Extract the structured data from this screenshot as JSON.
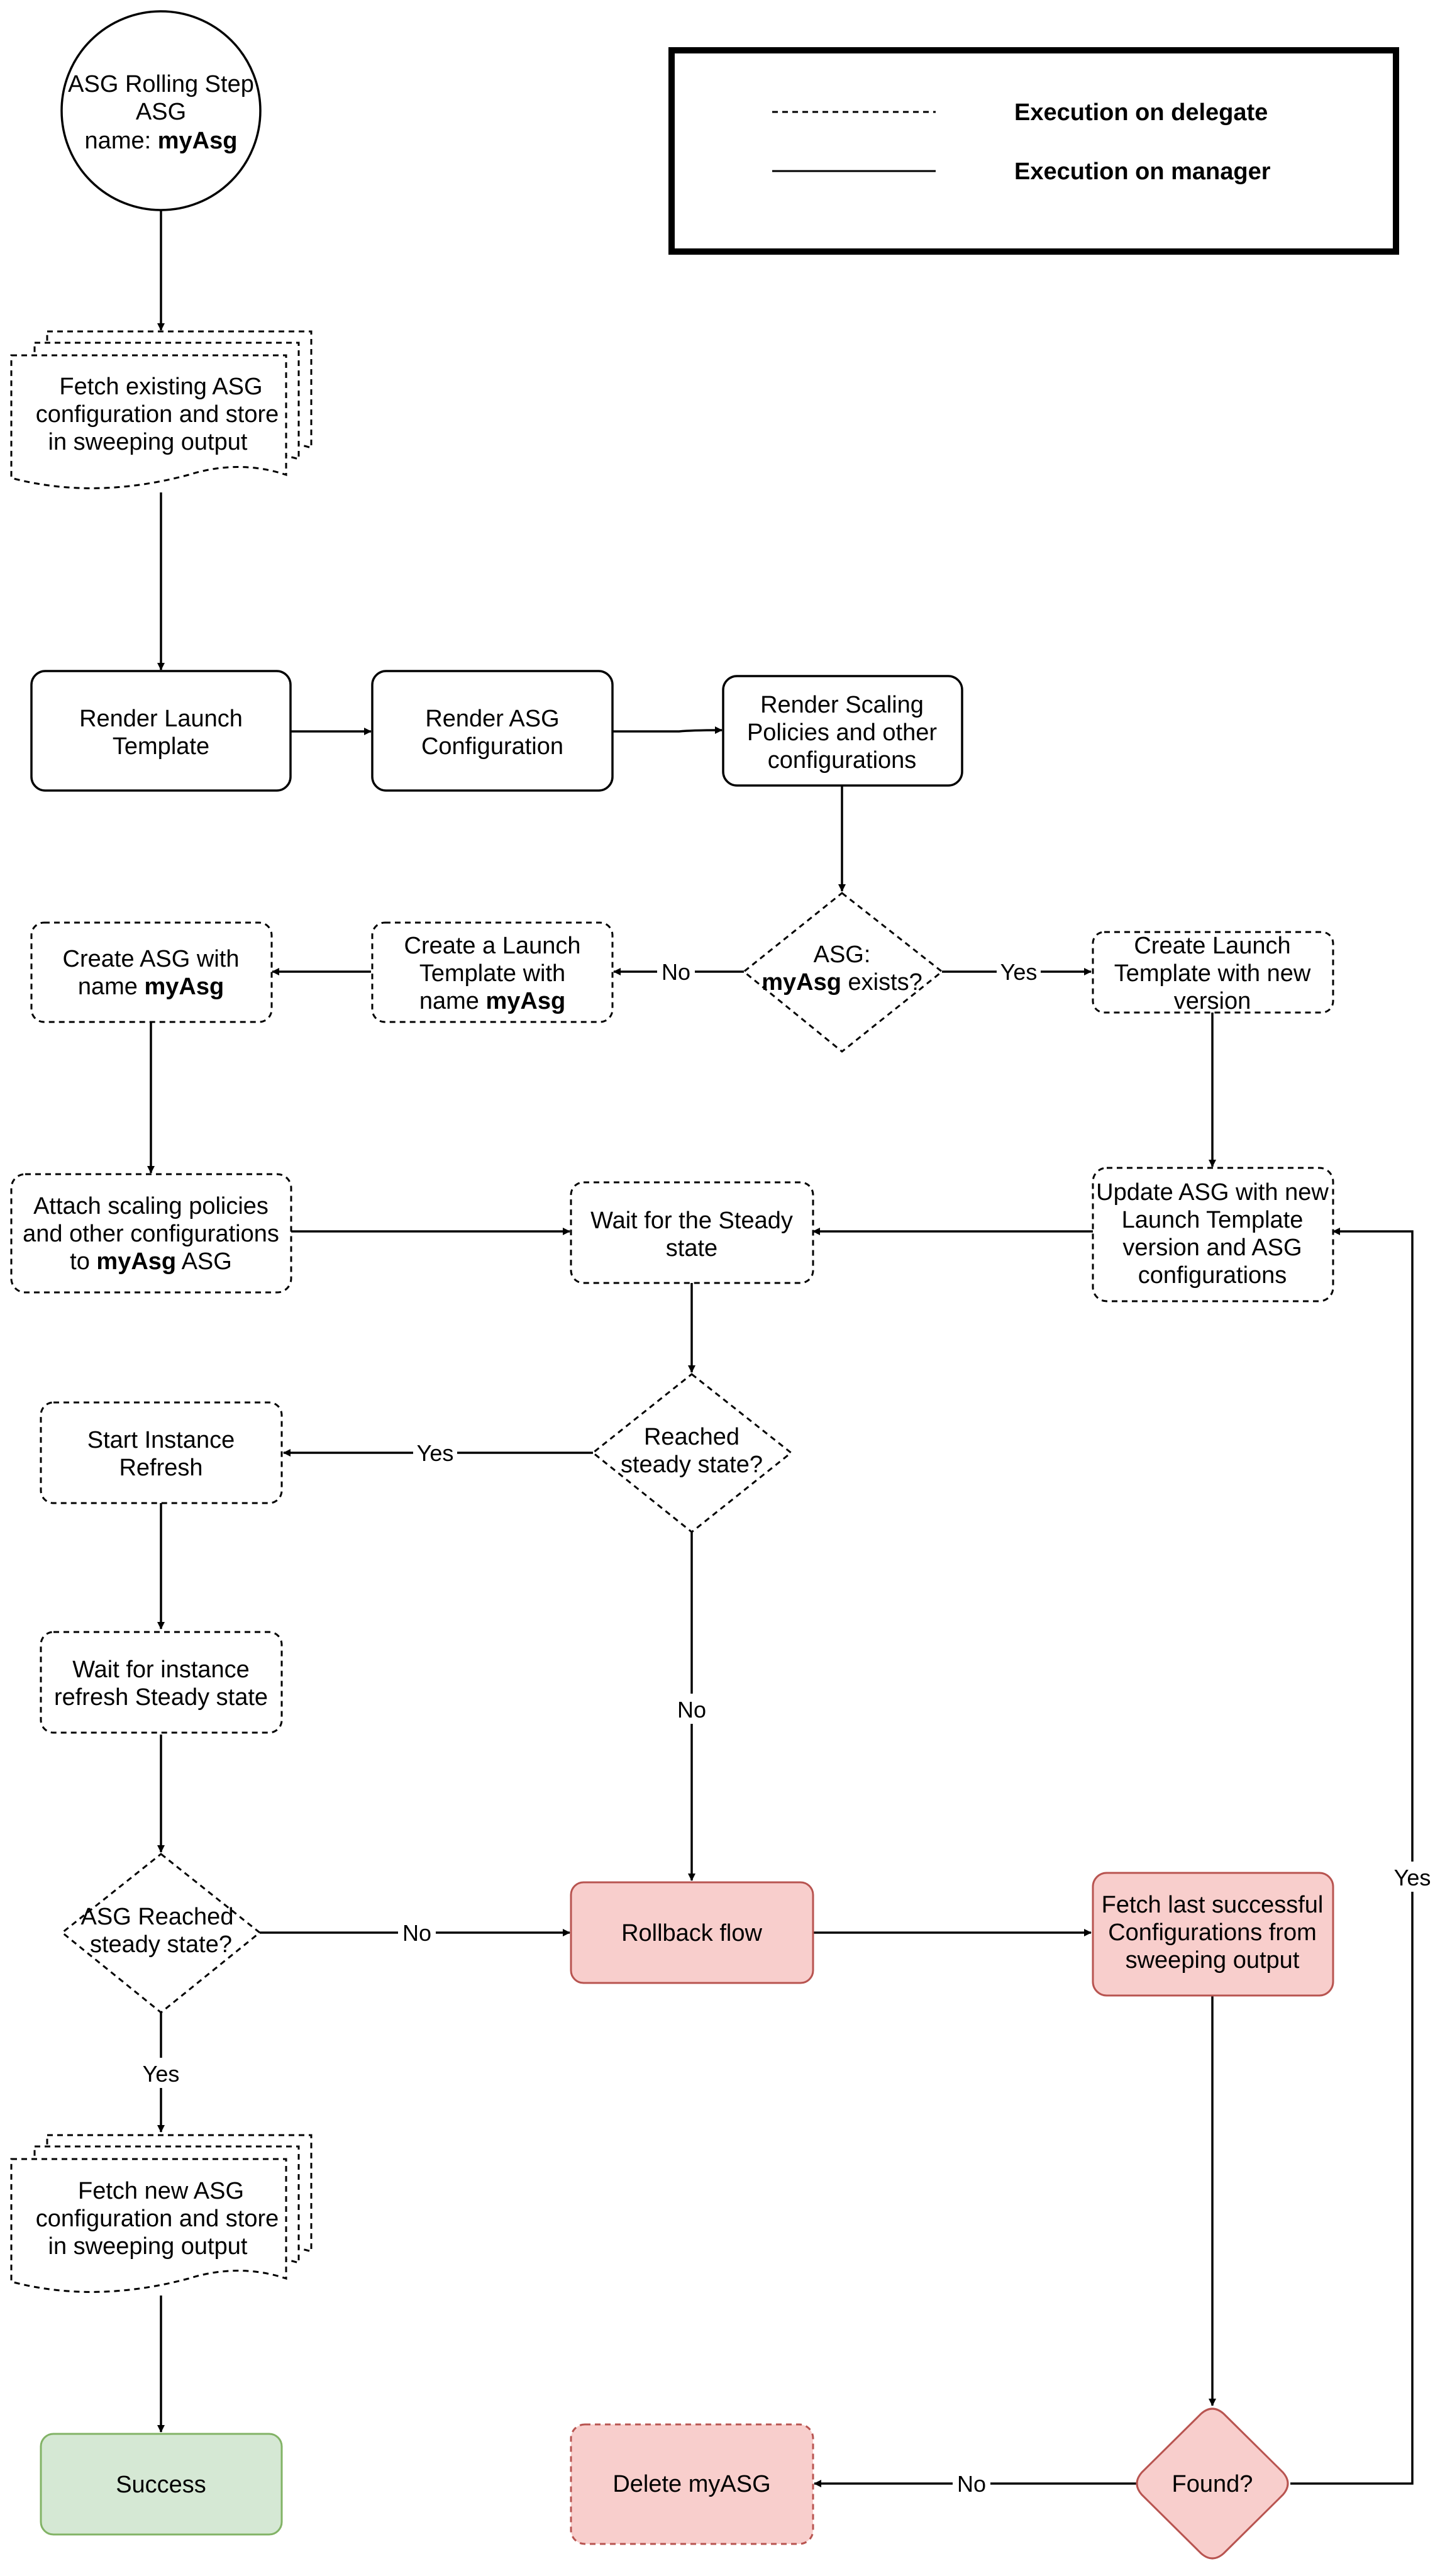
{
  "legend": {
    "delegate": "Execution on delegate",
    "manager": "Execution on manager"
  },
  "nodes": {
    "start": {
      "line1": "ASG Rolling Step",
      "line2": "ASG",
      "line3_prefix": "name: ",
      "line3_bold": "myAsg"
    },
    "fetch_existing": [
      "Fetch existing ASG",
      "configuration and store",
      "in sweeping output"
    ],
    "render_launch": [
      "Render Launch",
      "Template"
    ],
    "render_asg": [
      "Render ASG",
      "Configuration"
    ],
    "render_scaling": [
      "Render Scaling",
      "Policies and other",
      "configurations"
    ],
    "asg_exists": {
      "line1": "ASG:",
      "line2_bold": "myAsg",
      "line2_rest": " exists?"
    },
    "create_launch_template": {
      "line1": "Create a Launch",
      "line2": "Template with",
      "line3_prefix": "name ",
      "line3_bold": "myAsg"
    },
    "create_asg": {
      "line1": "Create ASG with",
      "line2_prefix": "name ",
      "line2_bold": "myAsg"
    },
    "create_launch_new_version": [
      "Create Launch",
      "Template with new",
      "version"
    ],
    "attach_policies": {
      "line1": "Attach scaling policies",
      "line2": "and other configurations",
      "line3_prefix": "to ",
      "line3_bold": "myAsg",
      "line3_suffix": " ASG"
    },
    "wait_steady": [
      "Wait for the Steady",
      "state"
    ],
    "update_asg": [
      "Update ASG with new",
      "Launch Template",
      "version and ASG",
      "configurations"
    ],
    "reached_steady": [
      "Reached",
      "steady state?"
    ],
    "start_refresh": [
      "Start Instance",
      "Refresh"
    ],
    "wait_refresh": [
      "Wait for instance",
      "refresh Steady state"
    ],
    "asg_reached": [
      "ASG Reached",
      "steady state?"
    ],
    "rollback": "Rollback flow",
    "fetch_last": [
      "Fetch last successful",
      "Configurations from",
      "sweeping output"
    ],
    "fetch_new": [
      "Fetch new ASG",
      "configuration and store",
      "in sweeping output"
    ],
    "success": "Success",
    "delete": "Delete myASG",
    "found": "Found?"
  },
  "edge_labels": {
    "no": "No",
    "yes": "Yes"
  },
  "colors": {
    "rollback_fill": "#f8cecc",
    "rollback_stroke": "#b85450",
    "success_fill": "#d5e8d4",
    "success_stroke": "#82b366"
  }
}
